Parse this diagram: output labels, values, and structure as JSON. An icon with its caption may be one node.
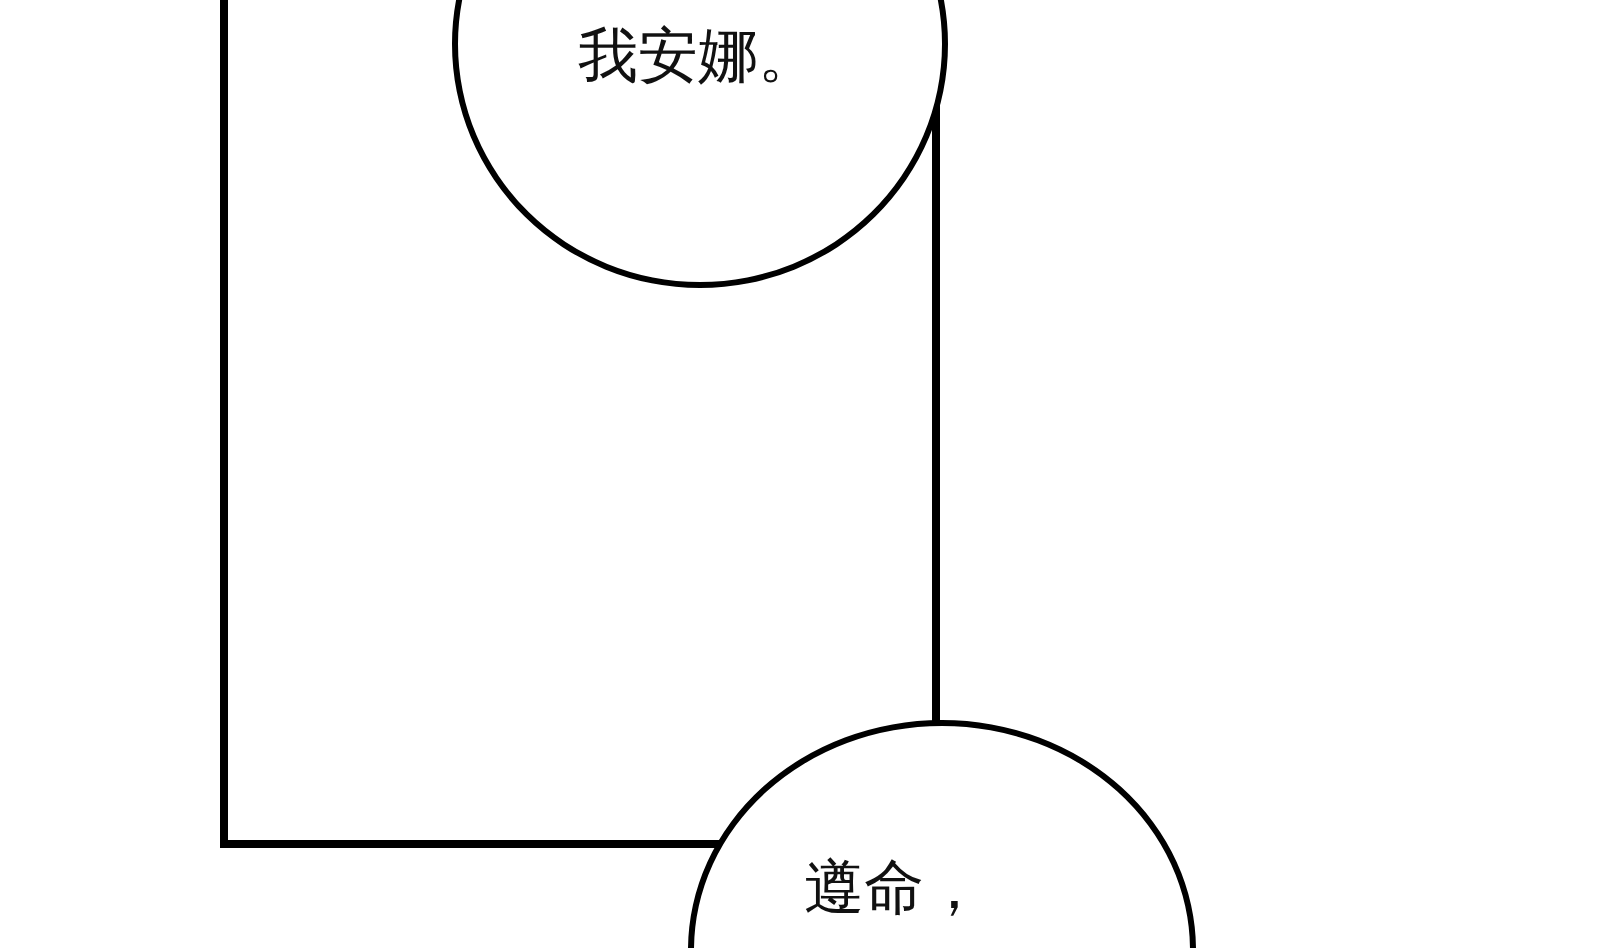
{
  "diagram": {
    "nodes": [
      {
        "text": [],
        "shape": "box"
      },
      {
        "text": [
          "我安娜。"
        ]
      },
      {
        "text": [
          "遵命，"
        ]
      }
    ]
  }
}
